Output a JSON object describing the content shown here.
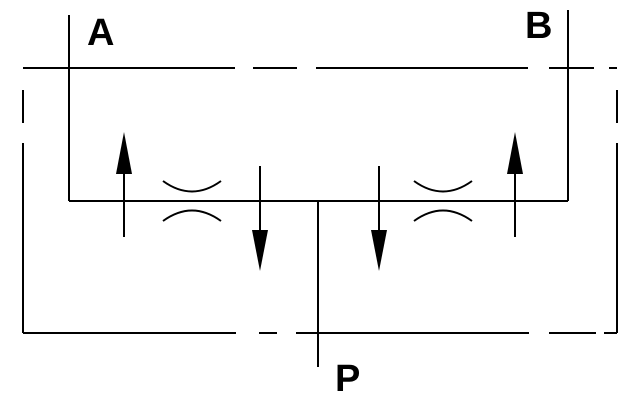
{
  "ports": {
    "a": "A",
    "b": "B",
    "p": "P"
  },
  "colors": {
    "line": "#000000",
    "background": "#ffffff"
  }
}
